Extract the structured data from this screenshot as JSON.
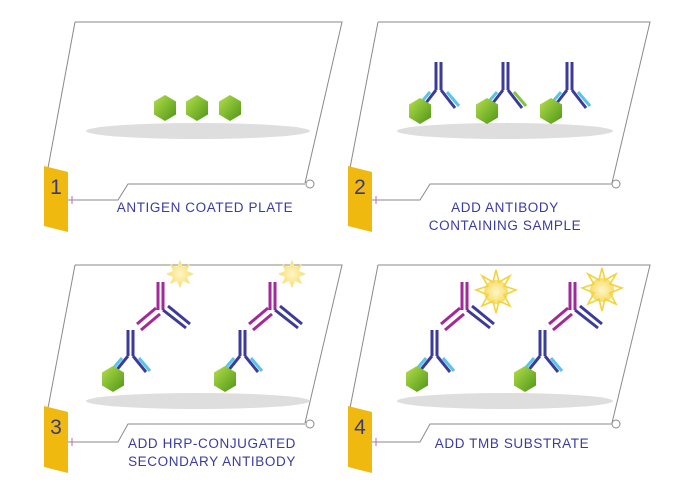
{
  "colors": {
    "outline": "#8a8a8a",
    "plate_shadow": "#dedede",
    "tab": "#f0b90f",
    "tab_dark": "#b08508",
    "number": "#3a3a78",
    "caption": "#3b3ba4",
    "antigen_light": "#9fd43a",
    "antigen_dark": "#5a9a1a",
    "primary_heavy": "#3b3b9a",
    "primary_light": "#58c4e8",
    "primary_light_accent": "#7ec63c",
    "secondary": "#a2299a",
    "hrp_glow": "#f6df7a",
    "tmb_star": "#f6d23a"
  },
  "icons": [
    "antigen-hexagon-icon",
    "primary-antibody-icon",
    "secondary-antibody-icon",
    "hrp-star-icon",
    "tmb-burst-icon"
  ],
  "steps": [
    {
      "number": "1",
      "caption_lines": [
        "ANTIGEN COATED PLATE"
      ]
    },
    {
      "number": "2",
      "caption_lines": [
        "ADD ANTIBODY",
        "CONTAINING SAMPLE"
      ]
    },
    {
      "number": "3",
      "caption_lines": [
        "ADD HRP-CONJUGATED",
        "SECONDARY ANTIBODY"
      ]
    },
    {
      "number": "4",
      "caption_lines": [
        "ADD TMB SUBSTRATE"
      ]
    }
  ]
}
